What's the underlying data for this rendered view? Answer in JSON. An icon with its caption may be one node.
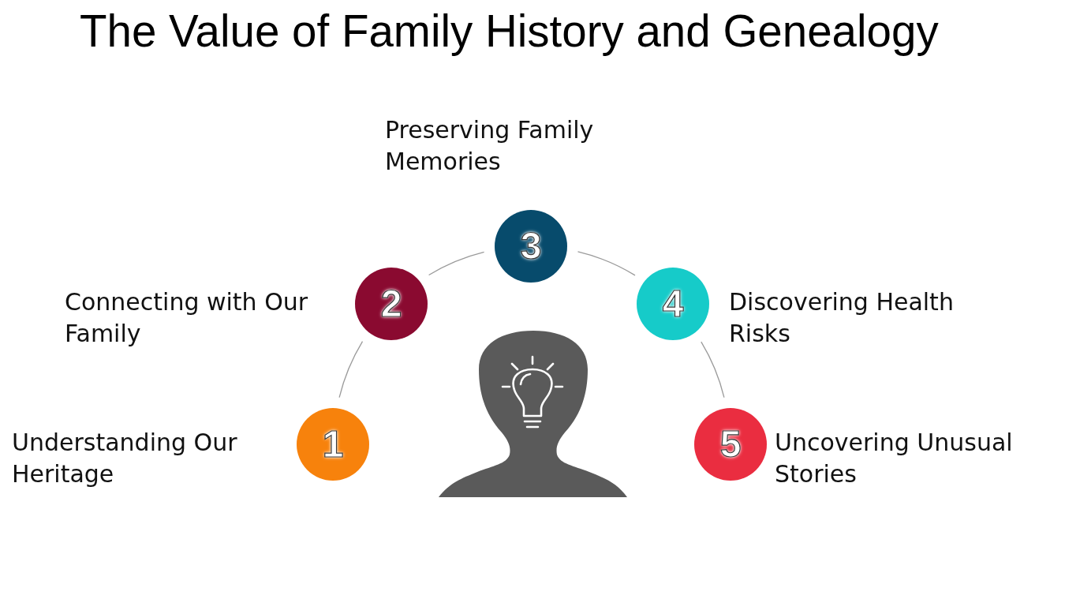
{
  "diagram": {
    "title": "The Value of Family History and Genealogy",
    "nodes": [
      {
        "text": [
          "1"
        ],
        "beside": [
          "Understanding Our Heritage"
        ]
      },
      {
        "text": [
          "2"
        ],
        "beside": [
          "Connecting with Our Family"
        ]
      },
      {
        "text": [
          "3"
        ],
        "beside": [
          "Preserving Family Memories"
        ]
      },
      {
        "text": [
          "4"
        ],
        "beside": [
          "Discovering Health Risks"
        ]
      },
      {
        "text": [
          "5"
        ],
        "beside": [
          "Uncovering Unusual Stories"
        ]
      }
    ],
    "edges": [
      {
        "from": 0,
        "to": 1,
        "arrow": "none"
      },
      {
        "from": 1,
        "to": 2,
        "arrow": "none"
      },
      {
        "from": 2,
        "to": 3,
        "arrow": "none"
      },
      {
        "from": 3,
        "to": 4,
        "arrow": "none"
      }
    ]
  }
}
